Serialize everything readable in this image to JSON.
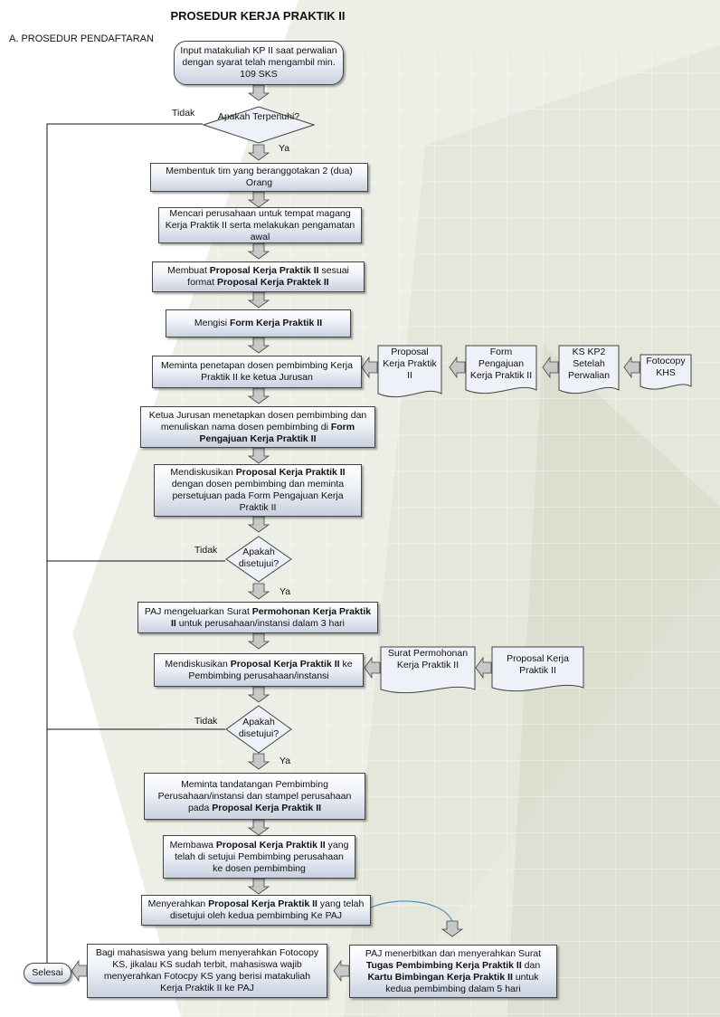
{
  "title": "PROSEDUR KERJA PRAKTIK II",
  "section": "A. PROSEDUR PENDAFTARAN",
  "steps": {
    "start": [
      "Input matakuliah KP II saat perwalian dengan syarat telah mengambil min. 109 SKS"
    ],
    "form_team": [
      "Membentuk tim yang beranggotakan 2 (dua) Orang"
    ],
    "find_company": [
      "Mencari perusahaan untuk tempat magang Kerja Praktik II serta melakukan pengamatan awal"
    ],
    "proposal_a": "Membuat ",
    "proposal_b": "Proposal Kerja Praktik II",
    "proposal_c": " sesuai format ",
    "proposal_d": "Proposal Kerja Praktek II",
    "form_a": "Mengisi ",
    "form_b": "Form Kerja Praktik II",
    "request_advisor": [
      "Meminta penetapan dosen pembimbing Kerja Praktik II ke ketua Jurusan"
    ],
    "head_assign_a": "Ketua Jurusan menetapkan dosen pembimbing dan menuliskan nama dosen pembimbing di ",
    "head_assign_b": "Form Pengajuan Kerja Praktik II",
    "discuss1_a": "Mendiskusikan ",
    "discuss1_b": "Proposal Kerja Praktik II",
    "discuss1_c": " dengan dosen pembimbing dan meminta persetujuan pada Form Pengajuan Kerja Praktik II",
    "paj_letter_a": "PAJ mengeluarkan Surat ",
    "paj_letter_b": "Permohonan Kerja Praktik II",
    "paj_letter_c": " untuk perusahaan/instansi dalam 3 hari",
    "discuss2_a": "Mendiskusikan ",
    "discuss2_b": "Proposal Kerja Praktik II",
    "discuss2_c": " ke Pembimbing perusahaan/instansi",
    "sign_a": "Meminta tandatangan Pembimbing Perusahaan/instansi dan stampel perusahaan pada ",
    "sign_b": "Proposal Kerja Praktik II",
    "bring_a": "Membawa ",
    "bring_b": "Proposal Kerja Praktik II",
    "bring_c": " yang telah di setujui Pembimbing perusahaan ke dosen pembimbing",
    "submit_a": "Menyerahkan ",
    "submit_b": "Proposal Kerja Praktik II",
    "submit_c": " yang telah disetujui oleh kedua pembimbing Ke PAJ",
    "paj_issue_a": "PAJ menerbitkan dan menyerahkan Surat ",
    "paj_issue_b": "Tugas Pembimbing Kerja Praktik II",
    "paj_issue_c": " dan ",
    "paj_issue_d": "Kartu Bimbingan Kerja Praktik II",
    "paj_issue_e": " untuk kedua pembimbing dalam 5 hari",
    "ks_note": "Bagi mahasiswa yang belum menyerahkan Fotocopy KS, jikalau KS sudah terbit, mahasiswa wajib menyerahkan Fotocpy KS yang berisi matakuliah Kerja Praktik II ke PAJ",
    "end": "Selesai"
  },
  "decisions": {
    "d1": "Apakah Terpenuhi?",
    "d2": "Apakah disetujui?",
    "d3": "Apakah disetujui?"
  },
  "documents": {
    "doc_proposal": "Proposal Kerja Praktik II",
    "doc_form": "Form Pengajuan Kerja Praktik II",
    "doc_ks": "KS KP2 Setelah Perwalian",
    "doc_khs": "Fotocopy KHS",
    "doc_surat": "Surat Permohonan Kerja Praktik II",
    "doc_proposal2": "Proposal Kerja Praktik II"
  },
  "labels": {
    "no": "Tidak",
    "yes": "Ya"
  },
  "colors": {
    "box_border": "#444444",
    "arrow_fill": "#c8c8c8",
    "curve": "#4a8fc0"
  }
}
